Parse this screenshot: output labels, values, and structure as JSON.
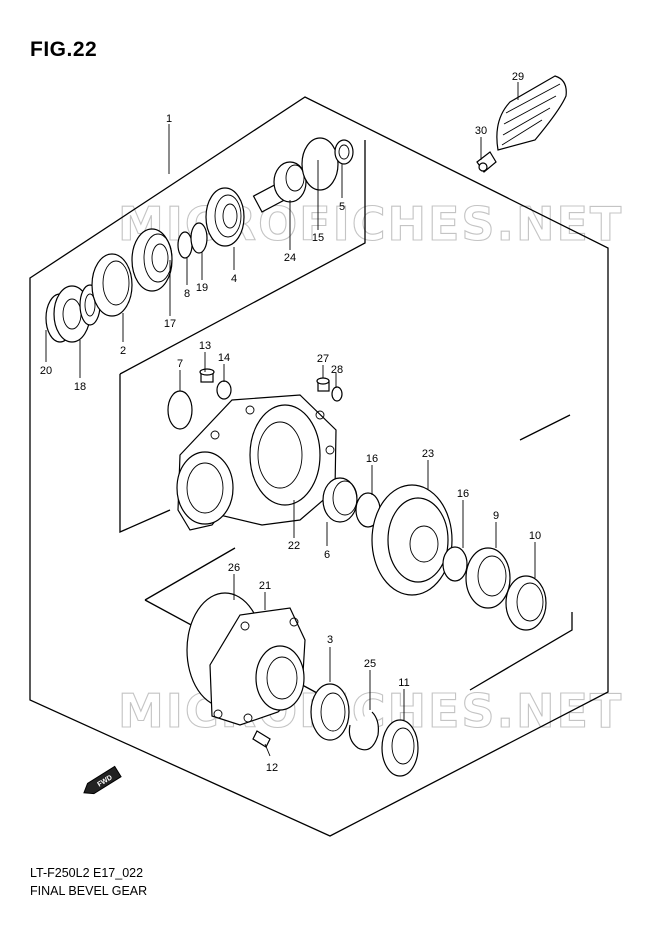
{
  "figure": {
    "title": "FIG.22",
    "code": "LT-F250L2 E17_022",
    "name": "FINAL BEVEL GEAR"
  },
  "watermark": "MICROFICHES.NET",
  "direction_marker": "FWD",
  "callouts": [
    "1",
    "2",
    "3",
    "4",
    "5",
    "6",
    "7",
    "8",
    "9",
    "10",
    "11",
    "12",
    "13",
    "14",
    "15",
    "16",
    "16",
    "17",
    "18",
    "19",
    "20",
    "21",
    "22",
    "23",
    "24",
    "25",
    "26",
    "27",
    "28",
    "29",
    "30"
  ]
}
